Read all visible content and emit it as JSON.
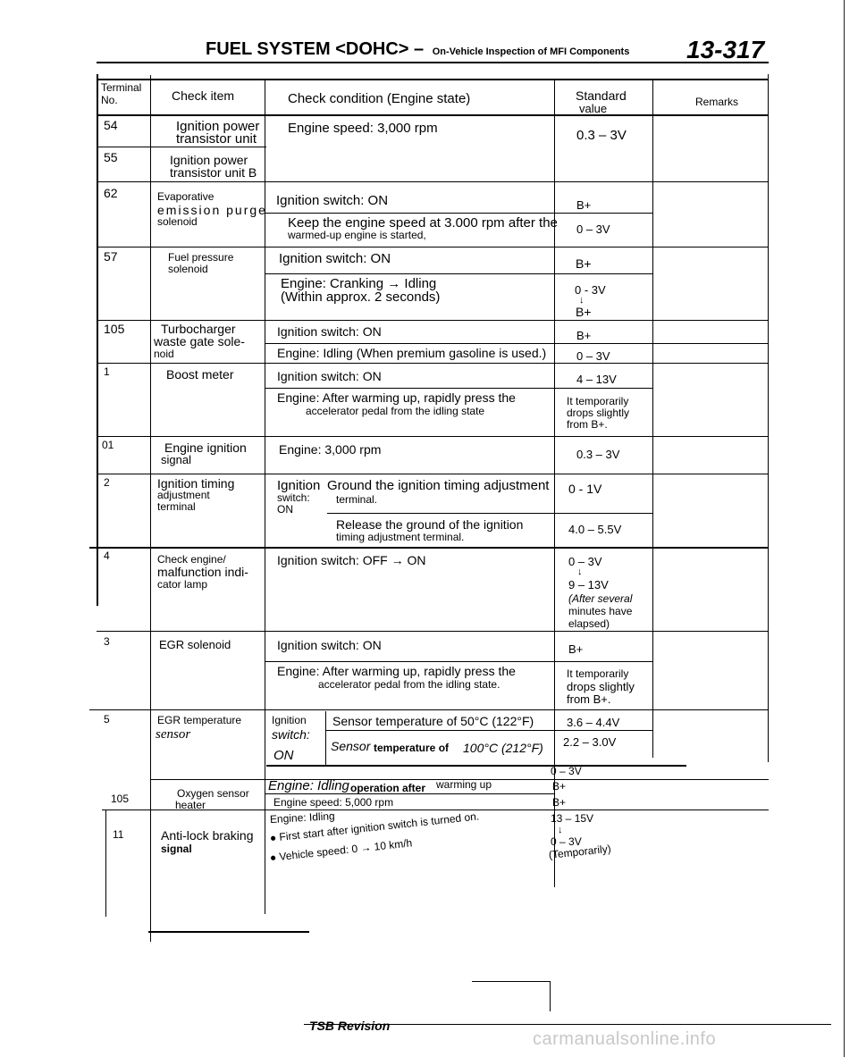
{
  "header": {
    "title": "FUEL SYSTEM <DOHC> –",
    "subtitle": "On-Vehicle Inspection of MFI Components",
    "page": "13-317"
  },
  "columns": {
    "terminal": "Terminal",
    "terminal_no": "No.",
    "check_item": "Check item",
    "check_condition": "Check condition (Engine state)",
    "standard": "Standard",
    "standard_value": "value",
    "remarks": "Remarks"
  },
  "rows": {
    "r54": {
      "no": "54",
      "item1": "Ignition power",
      "item2": "transistor unit",
      "cond": "Engine speed: 3,000 rpm",
      "std": "0.3 – 3V"
    },
    "r55": {
      "no": "55",
      "item1": "Ignition power",
      "item2": "transistor unit B"
    },
    "r62": {
      "no": "62",
      "item1": "Evaporative",
      "item2": "emission purge",
      "item3": "solenoid",
      "cond1": "Ignition switch: ON",
      "std1": "B+",
      "cond2a": "Keep the engine speed at 3.000 rpm after the",
      "cond2b": "warmed-up engine is started,",
      "std2": "0 – 3V"
    },
    "r57": {
      "no": "57",
      "item1": "Fuel pressure",
      "item2": "solenoid",
      "cond1": "Ignition switch: ON",
      "std1": "B+",
      "cond2a": "Engine: Cranking → Idling",
      "cond2b": "(Within approx. 2 seconds)",
      "std2a": "0 - 3V",
      "std2arrow": "↓",
      "std2b": "B+"
    },
    "r105": {
      "no": "105",
      "item1": "Turbocharger",
      "item2": "waste gate sole-",
      "item3": "noid",
      "cond1": "Ignition switch: ON",
      "std1": "B+",
      "cond2": "Engine: Idling (When premium gasoline is used.)",
      "std2": "0 – 3V"
    },
    "rboost": {
      "no": "1",
      "item1": "Boost meter",
      "cond1": "Ignition switch: ON",
      "std1": "4 – 13V",
      "cond2a": "Engine: After warming up, rapidly press the",
      "cond2b": "accelerator pedal from the idling state",
      "std2a": "It temporarily",
      "std2b": "drops slightly",
      "std2c": "from B+."
    },
    "r01": {
      "no": "01",
      "item1": "Engine ignition",
      "item2": "signal",
      "cond": "Engine: 3,000 rpm",
      "std": "0.3 – 3V"
    },
    "r2": {
      "no": "2",
      "item1": "Ignition timing",
      "item2": "adjustment",
      "item3": "terminal",
      "cond_a": "Ignition",
      "cond_b": "switch:",
      "cond_c": "ON",
      "sub1a": "Ground the ignition timing adjustment",
      "sub1b": "terminal.",
      "std1": "0 - 1V",
      "sub2a": "Release the ground of the ignition",
      "sub2b": "timing adjustment terminal.",
      "std2": "4.0 – 5.5V"
    },
    "r4": {
      "no": "4",
      "item1": "Check engine/",
      "item2": "malfunction indi-",
      "item3": "cator lamp",
      "cond": "Ignition switch: OFF → ON",
      "std1": "0 – 3V",
      "arrow": "↓",
      "std2": "9 – 13V",
      "std3": "(After several",
      "std4": "minutes have",
      "std5": "elapsed)"
    },
    "r3": {
      "no": "3",
      "item1": "EGR solenoid",
      "cond1": "Ignition switch: ON",
      "std1": "B+",
      "cond2a": "Engine: After warming up, rapidly press the",
      "cond2b": "accelerator pedal from the idling state.",
      "std2a": "It temporarily",
      "std2b": "drops slightly",
      "std2c": "from B+."
    },
    "r5": {
      "no": "5",
      "item1": "EGR temperature",
      "item2": "sensor",
      "cond_a": "Ignition",
      "cond_b": "switch:",
      "cond_c": "ON",
      "sub1": "Sensor temperature of 50°C (122°F)",
      "std1": "3.6 – 4.4V",
      "sub2a": "Sensor",
      "sub2b": "temperature of",
      "sub2c": "100°C (212°F)",
      "std2": "2.2 – 3.0V"
    },
    "rO2": {
      "no": "105",
      "item1": "Oxygen sensor",
      "item2": "heater",
      "cond1a": "Engine: Idling",
      "cond1b": "operation after",
      "cond1c": "warming up",
      "std1a": "0 – 3V",
      "std1b": "B+",
      "cond2": "Engine speed: 5,000 rpm",
      "std2": "B+"
    },
    "rABS": {
      "no": "11",
      "item1": "Anti-lock braking",
      "item2": "signal",
      "cond1": "Engine: Idling",
      "cond2": "● First start after ignition switch is turned on.",
      "cond3": "● Vehicle speed: 0 → 10 km/h",
      "std1": "13 – 15V",
      "arrow": "↓",
      "std2": "0 – 3V",
      "std3": "(Temporarily)"
    }
  },
  "footer": {
    "tsb": "TSB Revision"
  },
  "watermark": "carmanualsonline.info"
}
